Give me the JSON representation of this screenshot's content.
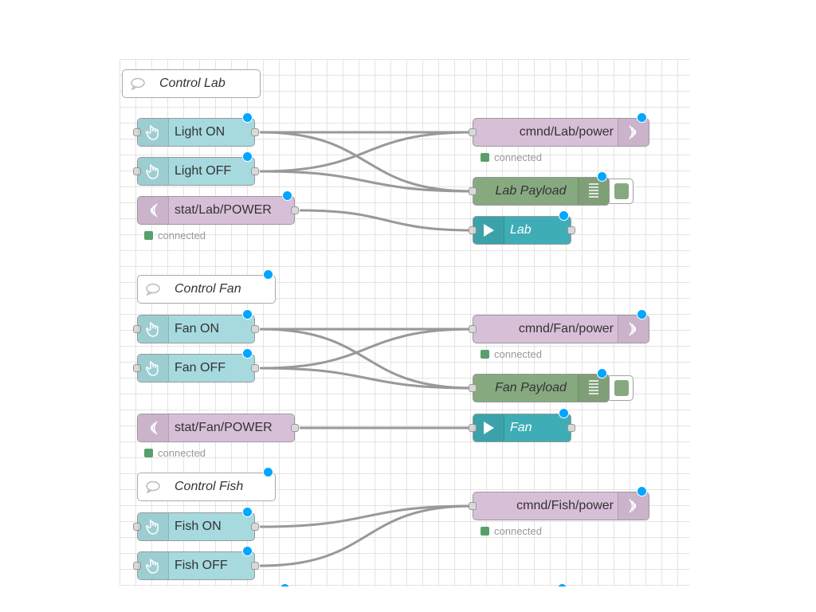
{
  "groups": [
    {
      "comment": "Control Lab",
      "on_button": "Light ON",
      "off_button": "Light OFF",
      "stat_topic": "stat/Lab/POWER",
      "cmnd_topic": "cmnd/Lab/power",
      "payload": "Lab Payload",
      "dashboard": "Lab"
    },
    {
      "comment": "Control Fan",
      "on_button": "Fan ON",
      "off_button": "Fan OFF",
      "stat_topic": "stat/Fan/POWER",
      "cmnd_topic": "cmnd/Fan/power",
      "payload": "Fan Payload",
      "dashboard": "Fan"
    },
    {
      "comment": "Control Fish",
      "on_button": "Fish ON",
      "off_button": "Fish OFF",
      "cmnd_topic": "cmnd/Fish/power"
    }
  ],
  "status_text": "connected",
  "colors": {
    "inject": "#a6dadf",
    "mqtt": "#d8bfd8",
    "debug": "#87a980",
    "dashboard": "#3fadb5",
    "changed_badge": "#00a6ff",
    "connected_dot": "#5a9f6a",
    "wire": "#999999"
  },
  "icons": {
    "inject": "hand-pointer-icon",
    "mqtt": "wifi-signal-icon",
    "debug": "list-lines-icon",
    "dashboard": "play-triangle-icon",
    "comment": "speech-bubble-icon"
  }
}
